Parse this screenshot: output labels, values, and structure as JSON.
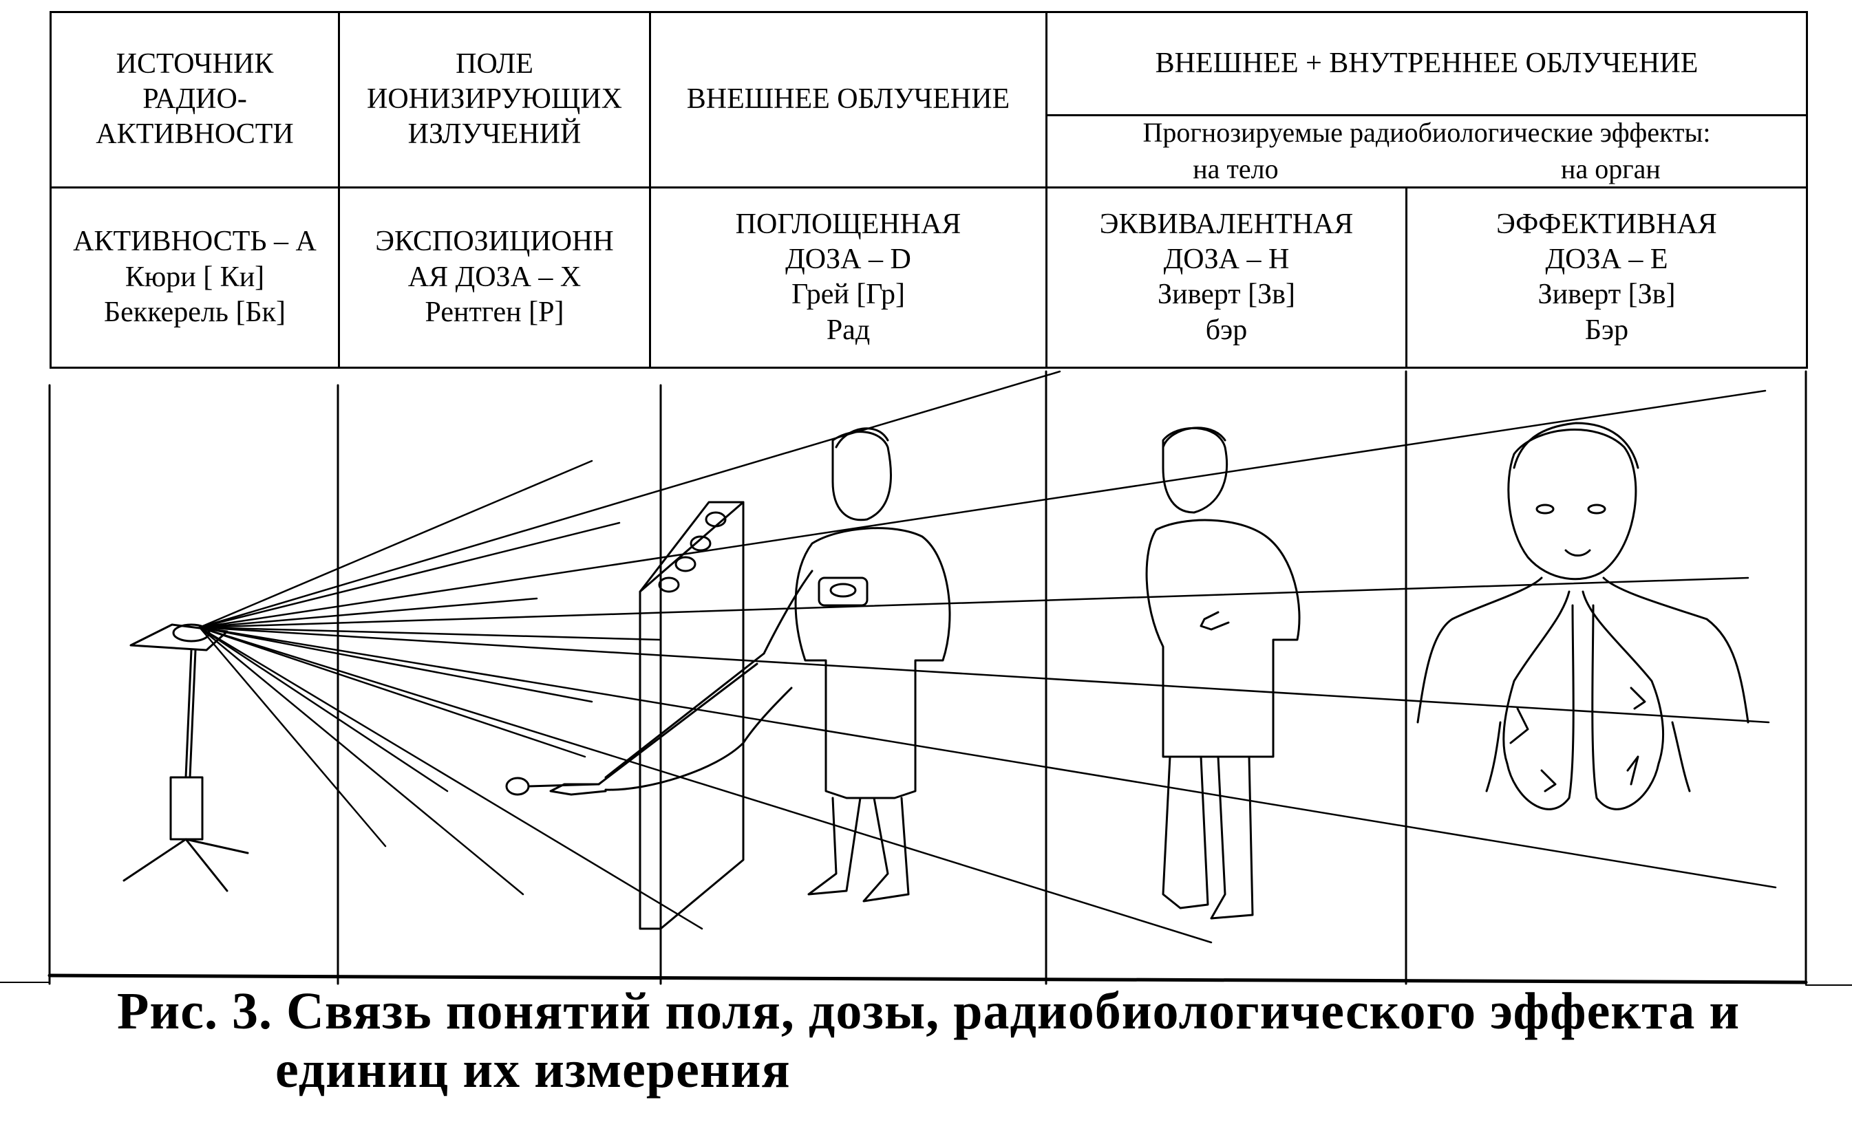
{
  "table": {
    "header": {
      "source": [
        "ИСТОЧНИК",
        "РАДИО-",
        "АКТИВНОСТИ"
      ],
      "field": [
        "ПОЛЕ",
        "ИОНИЗИРУЮЩИХ",
        "ИЗЛУЧЕНИЙ"
      ],
      "external": "ВНЕШНЕЕ  ОБЛУЧЕНИЕ",
      "external_internal": "ВНЕШНЕЕ + ВНУТРЕННЕЕ  ОБЛУЧЕНИЕ",
      "forecast_title": "Прогнозируемые  радиобиологические  эффекты:",
      "forecast_body": "на  тело",
      "forecast_organ": "на  орган"
    },
    "units": {
      "activity": [
        "АКТИВНОСТЬ – А",
        "Кюри  [ Ки]",
        "Беккерель [Бк]"
      ],
      "exposure": [
        "ЭКСПОЗИЦИОНН",
        "АЯ  ДОЗА – Х",
        "Рентген  [Р]"
      ],
      "absorbed": [
        "ПОГЛОЩЕННАЯ",
        "ДОЗА – D",
        "Грей  [Гр]",
        "Рад"
      ],
      "equivalent": [
        "ЭКВИВАЛЕНТНАЯ",
        "ДОЗА – Н",
        "Зиверт [Зв]",
        "бэр"
      ],
      "effective": [
        "ЭФФЕКТИВНАЯ",
        "ДОЗА – Е",
        "Зиверт [Зв]",
        "Бэр"
      ]
    }
  },
  "caption": {
    "line1": "Рис. 3. Связь  понятий  поля, дозы, радиобиологического  эффекта  и",
    "line2": "единиц  их  измерения"
  }
}
